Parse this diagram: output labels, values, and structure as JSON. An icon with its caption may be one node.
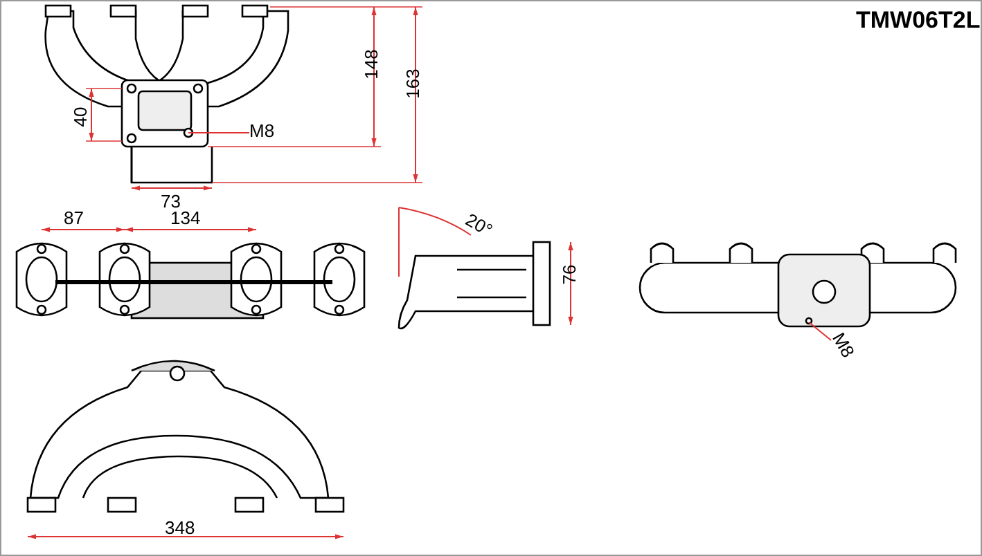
{
  "diagram": {
    "nodes": [
      {
        "text": [
          "M8"
        ]
      },
      {
        "text": [
          "M8"
        ]
      }
    ],
    "edges": [
      {
        "from": 0,
        "to": null,
        "arrow": "none"
      },
      {
        "from": 1,
        "to": null,
        "arrow": "none"
      }
    ],
    "labels": [
      "TMW06T2L",
      "148",
      "163",
      "40",
      "73",
      "87",
      "134",
      "20°",
      "76",
      "348"
    ]
  }
}
